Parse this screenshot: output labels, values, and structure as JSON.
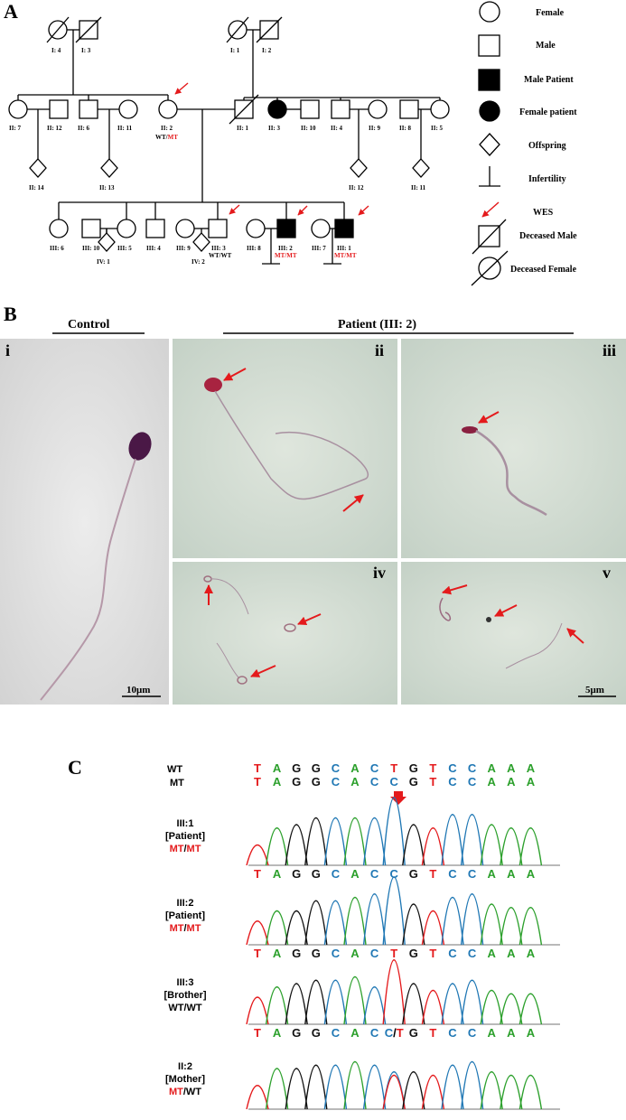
{
  "panels": {
    "a": "A",
    "b": "B",
    "c": "C"
  },
  "pedigree": {
    "individuals": [
      {
        "id": "I: 4"
      },
      {
        "id": "I: 3"
      },
      {
        "id": "I: 1"
      },
      {
        "id": "I: 2"
      },
      {
        "id": "II: 7"
      },
      {
        "id": "II: 12"
      },
      {
        "id": "II: 6"
      },
      {
        "id": "II: 11"
      },
      {
        "id": "II: 2"
      },
      {
        "id": "II: 1"
      },
      {
        "id": "II: 3"
      },
      {
        "id": "II: 10"
      },
      {
        "id": "II: 4"
      },
      {
        "id": "II: 9"
      },
      {
        "id": "II: 8"
      },
      {
        "id": "II: 5"
      },
      {
        "id": "II: 14"
      },
      {
        "id": "II: 13"
      },
      {
        "id": "II: 12"
      },
      {
        "id": "II: 11"
      },
      {
        "id": "III: 6"
      },
      {
        "id": "III: 10"
      },
      {
        "id": "III: 5"
      },
      {
        "id": "III: 4"
      },
      {
        "id": "III: 9"
      },
      {
        "id": "III: 3"
      },
      {
        "id": "III: 8"
      },
      {
        "id": "III: 2"
      },
      {
        "id": "III: 7"
      },
      {
        "id": "III: 1"
      },
      {
        "id": "IV: 1"
      },
      {
        "id": "IV: 2"
      }
    ],
    "genotypes": {
      "ii2_a": "WT/",
      "ii2_b": "MT",
      "iii3": "WT/WT",
      "iii2": "MT/MT",
      "iii1": "MT/MT"
    },
    "legend": [
      "Female",
      "Male",
      "Male Patient",
      "Female patient",
      "Offspring",
      "Infertility",
      "WES",
      "Deceased Male",
      "Deceased Female"
    ]
  },
  "micrographs": {
    "control_title": "Control",
    "patient_title": "Patient (III: 2)",
    "labels": [
      "i",
      "ii",
      "iii",
      "iv",
      "v"
    ],
    "scale_control": "10μm",
    "scale_patient": "5μm"
  },
  "sequencing": {
    "ref_labels": {
      "wt": "WT",
      "mt": "MT"
    },
    "wt_seq": [
      "T",
      "A",
      "G",
      "G",
      "C",
      "A",
      "C",
      "T",
      "G",
      "T",
      "C",
      "C",
      "A",
      "A",
      "A"
    ],
    "mt_seq": [
      "T",
      "A",
      "G",
      "G",
      "C",
      "A",
      "C",
      "C",
      "G",
      "T",
      "C",
      "C",
      "A",
      "A",
      "A"
    ],
    "base_colors": {
      "A": "#2ca02c",
      "C": "#1f77b4",
      "G": "#111111",
      "T": "#e41a1c"
    },
    "samples": [
      {
        "id": "III:1",
        "role": "[Patient]",
        "g1": "MT",
        "sep": "/",
        "g2": "MT",
        "g1_red": true,
        "g2_red": true,
        "called": [
          "T",
          "A",
          "G",
          "G",
          "C",
          "A",
          "C",
          "C",
          "G",
          "T",
          "C",
          "C",
          "A",
          "A",
          "A"
        ]
      },
      {
        "id": "III:2",
        "role": "[Patient]",
        "g1": "MT",
        "sep": "/",
        "g2": "MT",
        "g1_red": true,
        "g2_red": true,
        "called": [
          "T",
          "A",
          "G",
          "G",
          "C",
          "A",
          "C",
          "T",
          "G",
          "T",
          "C",
          "C",
          "A",
          "A",
          "A"
        ]
      },
      {
        "id": "III:3",
        "role": "[Brother]",
        "g1": "WT",
        "sep": "/",
        "g2": "WT",
        "g1_red": false,
        "g2_red": false,
        "called": [
          "T",
          "A",
          "G",
          "G",
          "C",
          "A",
          "C",
          "C/T",
          "G",
          "T",
          "C",
          "C",
          "A",
          "A",
          "A"
        ]
      },
      {
        "id": "II:2",
        "role": "[Mother]",
        "g1": "MT",
        "sep": "/",
        "g2": "WT",
        "g1_red": true,
        "g2_red": false,
        "called": []
      }
    ]
  }
}
